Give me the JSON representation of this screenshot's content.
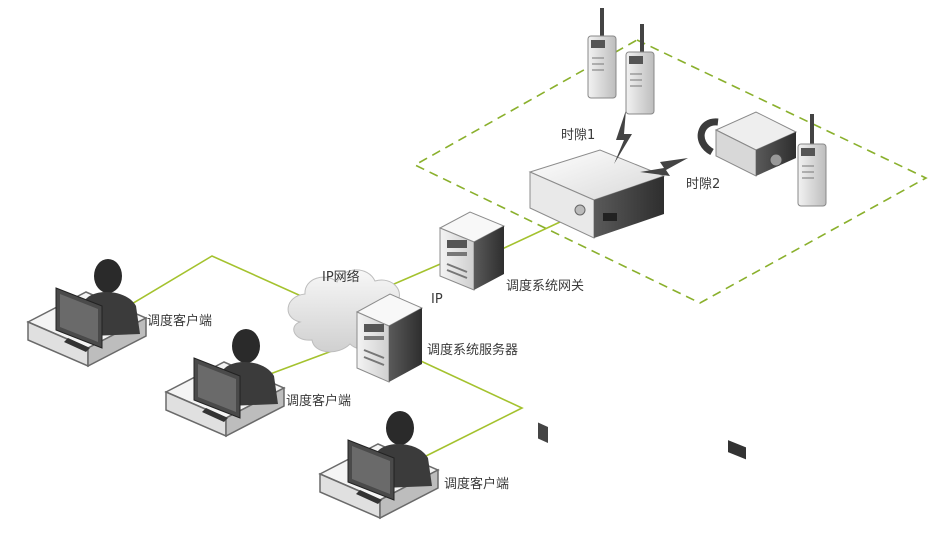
{
  "labels": {
    "timeslot1": "时隙1",
    "timeslot2": "时隙2",
    "ip_network": "IP网络",
    "ip": "IP",
    "gateway": "调度系统网关",
    "server": "调度系统服务器",
    "client1": "调度客户端",
    "client2": "调度客户端",
    "client3": "调度客户端"
  },
  "colors": {
    "link_line": "#a4c22e",
    "zone_dash": "#8ab02c",
    "device_dark": "#3b3b3b",
    "device_light": "#e6e6e6",
    "desk": "#f0f0f0"
  }
}
